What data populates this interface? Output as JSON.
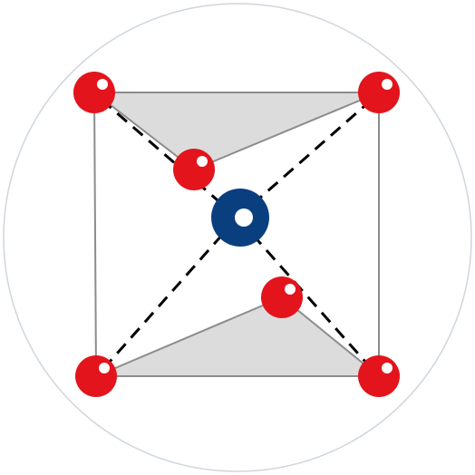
{
  "diagram": {
    "type": "crystal-structure",
    "labels": [],
    "colors": {
      "background": "#ffffff",
      "boundary_circle": "#cfd6dc",
      "cube_edge": "#8c8c8c",
      "face_fill": "#dcdcdc",
      "dashed_line": "#000000",
      "outer_atom": "#e3141c",
      "outer_atom_highlight": "#ffffff",
      "central_atom": "#0a3f7f",
      "central_atom_hole": "#ffffff"
    },
    "atoms": {
      "outer_count": 6,
      "central_count": 1
    }
  }
}
